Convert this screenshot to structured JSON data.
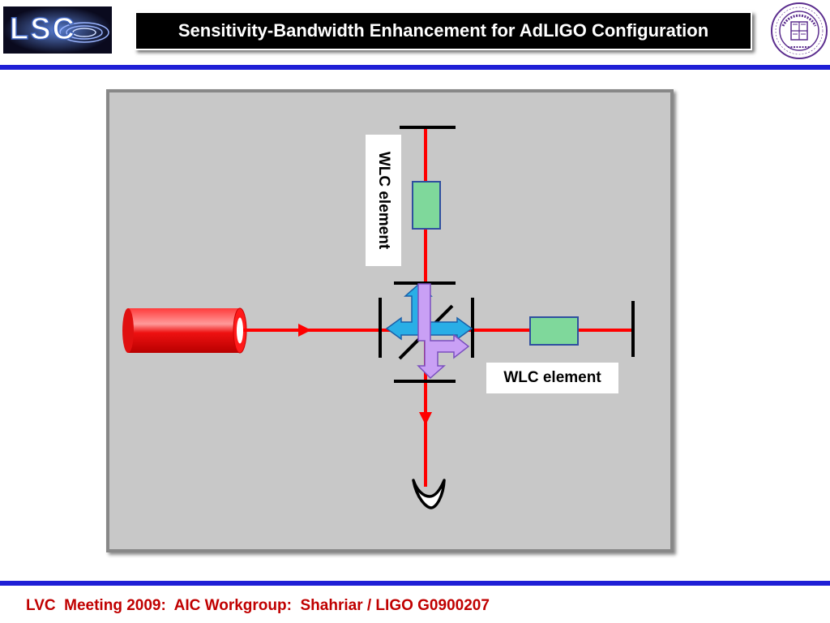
{
  "header": {
    "logo_text": "LSC",
    "title": "Sensitivity-Bandwidth Enhancement for AdLIGO Configuration",
    "seal_text": "NORTHWESTERN UNIVERSITY",
    "seal_year": "1851"
  },
  "diagram": {
    "label_horizontal_arm": "WLC element",
    "label_vertical_arm": "WLC element"
  },
  "footer": {
    "text": "LVC  Meeting 2009:  AIC Workgroup:  Shahriar / LIGO G0900207"
  },
  "colors": {
    "accent_bar": "#1f1fd6",
    "beam": "#ff0000",
    "wlc_element": "#7fd89b",
    "arrow_blue": "#29aee6",
    "arrow_violet": "#c9a0f5",
    "footer_text": "#c00000"
  }
}
